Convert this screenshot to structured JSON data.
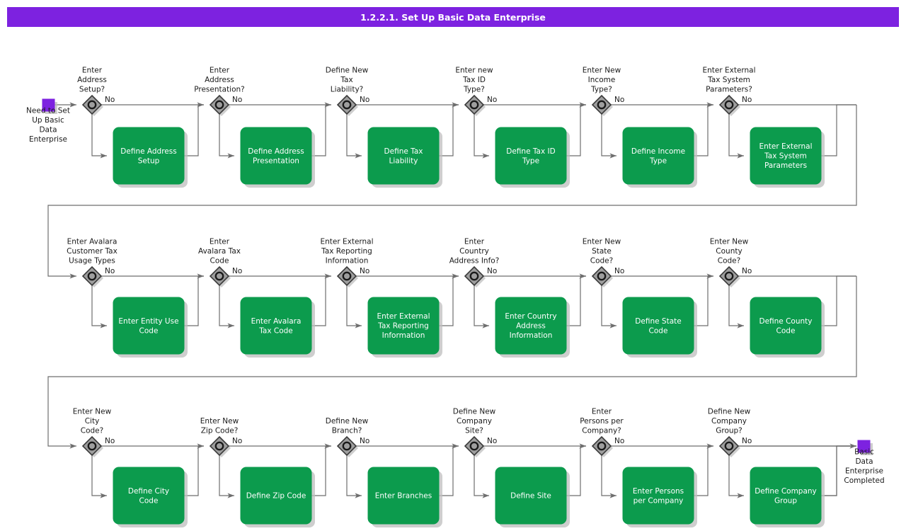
{
  "header": {
    "title": "1.2.2.1. Set Up Basic Data Enterprise",
    "bar_color": "#7D22E0",
    "text_color": "#ffffff"
  },
  "theme": {
    "task_fill": "#0C9B4D",
    "gateway_fill": "#9E9E9E",
    "event_fill": "#7D22E0",
    "line_color": "#6E6E6E",
    "shadow_color": "#BEBEBE",
    "background": "#ffffff"
  },
  "events": {
    "start": {
      "name": "start-event",
      "label_lines": [
        "Need to Set",
        "Up Basic",
        "Data",
        "Enterprise"
      ]
    },
    "end": {
      "name": "end-event",
      "label_lines": [
        "Basic",
        "Data",
        "Enterprise",
        "Completed"
      ]
    }
  },
  "edge_label": "No",
  "rows": [
    {
      "row": 1,
      "steps": [
        {
          "gateway_lines": [
            "Enter",
            "Address",
            "Setup?"
          ],
          "task_lines": [
            "Define Address",
            "Setup"
          ],
          "branch_label": "No"
        },
        {
          "gateway_lines": [
            "Enter",
            "Address",
            "Presentation?"
          ],
          "task_lines": [
            "Define Address",
            "Presentation"
          ],
          "branch_label": "No"
        },
        {
          "gateway_lines": [
            "Define New",
            "Tax",
            "Liability?"
          ],
          "task_lines": [
            "Define Tax",
            "Liability"
          ],
          "branch_label": "No"
        },
        {
          "gateway_lines": [
            "Enter new",
            "Tax ID",
            "Type?"
          ],
          "task_lines": [
            "Define Tax ID",
            "Type"
          ],
          "branch_label": "No"
        },
        {
          "gateway_lines": [
            "Enter New",
            "Income",
            "Type?"
          ],
          "task_lines": [
            "Define Income",
            "Type"
          ],
          "branch_label": "No"
        },
        {
          "gateway_lines": [
            "Enter External",
            "Tax System",
            "Parameters?"
          ],
          "task_lines": [
            "Enter External",
            "Tax System",
            "Parameters"
          ],
          "branch_label": "No"
        }
      ]
    },
    {
      "row": 2,
      "steps": [
        {
          "gateway_lines": [
            "Enter Avalara",
            "Customer Tax",
            "Usage Types"
          ],
          "task_lines": [
            "Enter Entity Use",
            "Code"
          ],
          "branch_label": "No"
        },
        {
          "gateway_lines": [
            "Enter",
            "Avalara Tax",
            "Code"
          ],
          "task_lines": [
            "Enter Avalara",
            "Tax Code"
          ],
          "branch_label": "No"
        },
        {
          "gateway_lines": [
            "Enter External",
            "Tax Reporting",
            "Information"
          ],
          "task_lines": [
            "Enter External",
            "Tax Reporting",
            "Information"
          ],
          "branch_label": "No"
        },
        {
          "gateway_lines": [
            "Enter",
            "Country",
            "Address Info?"
          ],
          "task_lines": [
            "Enter Country",
            "Address",
            "Information"
          ],
          "branch_label": "No"
        },
        {
          "gateway_lines": [
            "Enter New",
            "State",
            "Code?"
          ],
          "task_lines": [
            "Define State",
            "Code"
          ],
          "branch_label": "No"
        },
        {
          "gateway_lines": [
            "Enter New",
            "County",
            "Code?"
          ],
          "task_lines": [
            "Define County",
            "Code"
          ],
          "branch_label": "No"
        }
      ]
    },
    {
      "row": 3,
      "steps": [
        {
          "gateway_lines": [
            "Enter New",
            "City",
            "Code?"
          ],
          "task_lines": [
            "Define City",
            "Code"
          ],
          "branch_label": "No"
        },
        {
          "gateway_lines": [
            "Enter New",
            "Zip Code?"
          ],
          "task_lines": [
            "Define Zip Code"
          ],
          "branch_label": "No"
        },
        {
          "gateway_lines": [
            "Define New",
            "Branch?"
          ],
          "task_lines": [
            "Enter Branches"
          ],
          "branch_label": "No"
        },
        {
          "gateway_lines": [
            "Define New",
            "Company",
            "Site?"
          ],
          "task_lines": [
            "Define Site"
          ],
          "branch_label": "No"
        },
        {
          "gateway_lines": [
            "Enter",
            "Persons per",
            "Company?"
          ],
          "task_lines": [
            "Enter Persons",
            "per Company"
          ],
          "branch_label": "No"
        },
        {
          "gateway_lines": [
            "Define New",
            "Company",
            "Group?"
          ],
          "task_lines": [
            "Define Company",
            "Group"
          ],
          "branch_label": "No"
        }
      ]
    }
  ]
}
